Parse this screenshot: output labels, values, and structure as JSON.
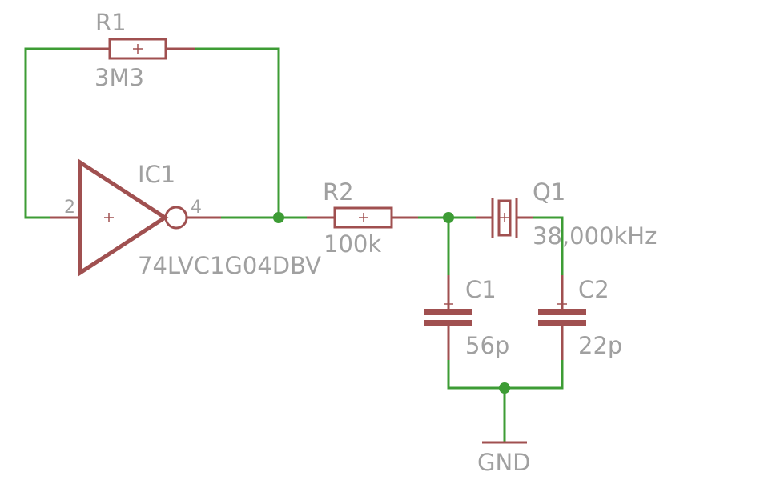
{
  "components": {
    "r1": {
      "name": "R1",
      "value": "3M3"
    },
    "r2": {
      "name": "R2",
      "value": "100k"
    },
    "ic1": {
      "name": "IC1",
      "value": "74LVC1G04DBV",
      "pin_in": "2",
      "pin_out": "4"
    },
    "q1": {
      "name": "Q1",
      "value": "38,000kHz"
    },
    "c1": {
      "name": "C1",
      "value": "56p"
    },
    "c2": {
      "name": "C2",
      "value": "22p"
    },
    "gnd": {
      "name": "GND"
    }
  },
  "colors": {
    "wire": "#3d9c35",
    "part": "#a05050",
    "label": "#a0a0a0",
    "background": "#ffffff"
  }
}
